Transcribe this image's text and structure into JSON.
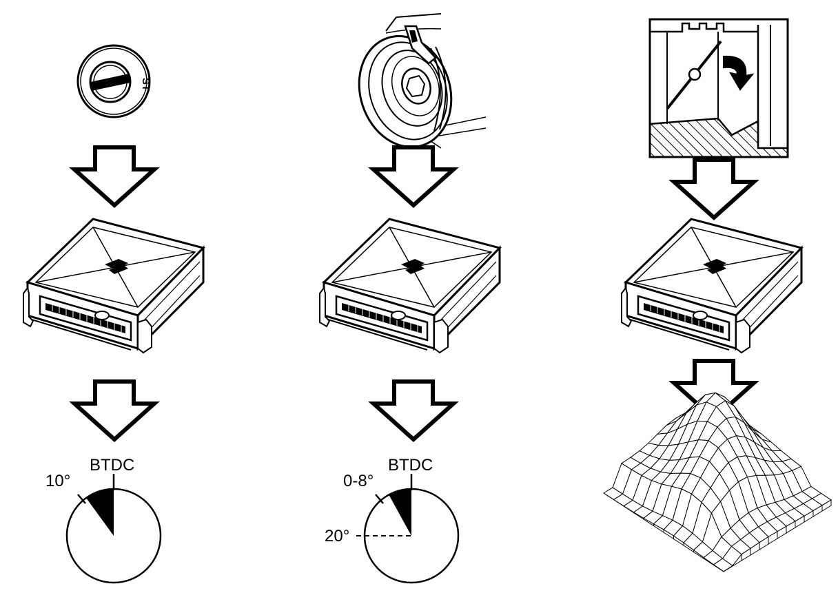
{
  "ignition_switch": {
    "position_label": "ST"
  },
  "timing_dials": {
    "left": {
      "reference_label": "BTDC",
      "advance_label": "10°",
      "advance_degrees": 10
    },
    "middle": {
      "reference_label": "BTDC",
      "advance_label": "0-8°",
      "advance_degrees": 8,
      "retard_label": "20°"
    }
  },
  "colors": {
    "ink": "#000000",
    "paper": "#ffffff"
  }
}
